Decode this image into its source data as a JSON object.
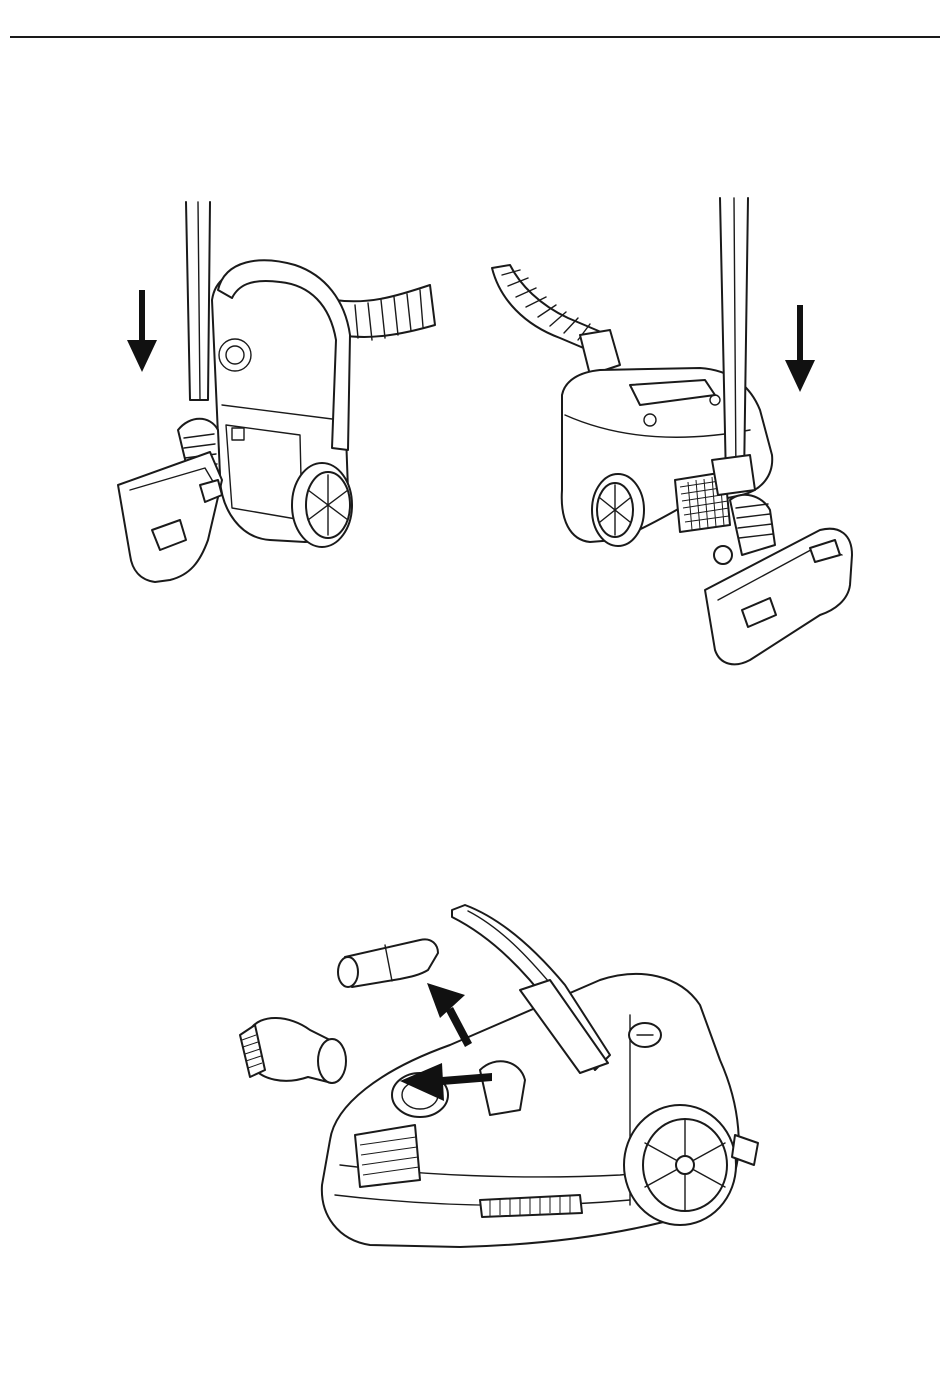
{
  "header": {
    "rule_color": "#1a1a1a"
  },
  "figures": [
    {
      "id": "fig-1",
      "arrow": "down-arrow-icon",
      "subject": "bag-vacuum-cleaner-icon"
    },
    {
      "id": "fig-2",
      "arrow": "down-arrow-icon",
      "subject": "canister-vacuum-cleaner-icon"
    },
    {
      "id": "fig-3",
      "arrows": [
        "arrow-icon",
        "arrow-icon"
      ],
      "subject": "vacuum-with-open-lid-icon",
      "accessories": [
        "crevice-tool-icon",
        "brush-tool-icon"
      ]
    }
  ]
}
